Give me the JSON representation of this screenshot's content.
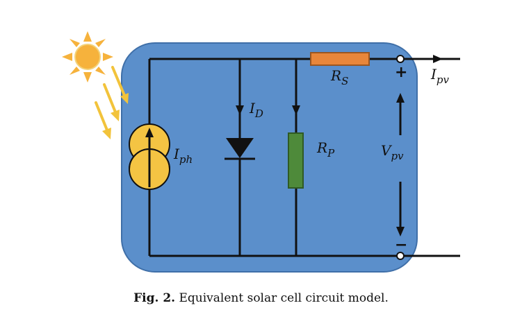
{
  "labels": {
    "current_source": {
      "main": "I",
      "sub": "ph"
    },
    "diode_current": {
      "main": "I",
      "sub": "D"
    },
    "parallel_resistor": {
      "main": "R",
      "sub": "P"
    },
    "series_resistor": {
      "main": "R",
      "sub": "S"
    },
    "pv_voltage": {
      "main": "V",
      "sub": "pv"
    },
    "pv_current": {
      "main": "I",
      "sub": "pv"
    },
    "plus_sign": "+",
    "minus_sign": "−"
  },
  "caption": {
    "prefix": "Fig. 2.",
    "text": "Equivalent solar cell circuit model."
  },
  "colors": {
    "background_box": "#5b8fcb",
    "box_border": "#3f6fa8",
    "sun": "#f6b23c",
    "current_source": "#f4c443",
    "series_resistor": "#e8863a",
    "parallel_resistor": "#4e8a3a",
    "rays": "#f2c33b",
    "wire": "#111111"
  },
  "icons": [
    "sun-icon",
    "light-ray-icon"
  ]
}
